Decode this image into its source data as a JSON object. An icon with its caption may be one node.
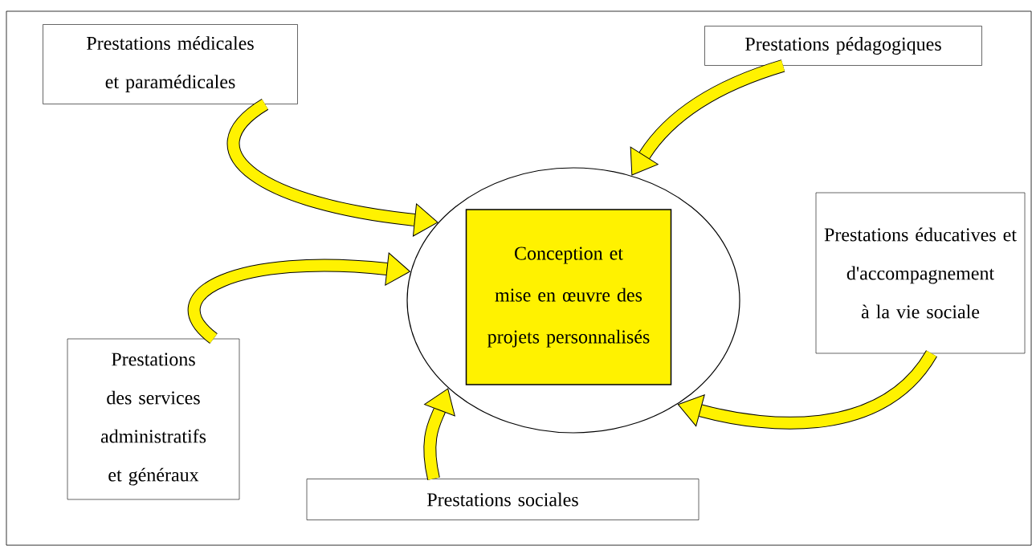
{
  "diagram": {
    "nodes": [
      {
        "text": [
          "Prestations médicales et paramédicales"
        ]
      },
      {
        "text": [
          "Prestations pédagogiques"
        ]
      },
      {
        "text": [],
        "shape": "circle"
      },
      {
        "text": [
          "Conception et mise en œuvre des projets personnalisés"
        ],
        "in": 2
      },
      {
        "text": [
          "Prestations éducatives et d'accompagnement à la vie sociale"
        ]
      },
      {
        "text": [
          "Prestations des services administratifs et généraux"
        ]
      },
      {
        "text": [
          "Prestations sociales"
        ]
      }
    ],
    "edges": [
      {
        "from": 0,
        "to": 2,
        "arrow": "to"
      },
      {
        "from": 1,
        "to": 2,
        "arrow": "to"
      },
      {
        "from": 4,
        "to": 2,
        "arrow": "to"
      },
      {
        "from": 5,
        "to": 2,
        "arrow": "to"
      },
      {
        "from": 6,
        "to": 2,
        "arrow": "to"
      }
    ]
  }
}
